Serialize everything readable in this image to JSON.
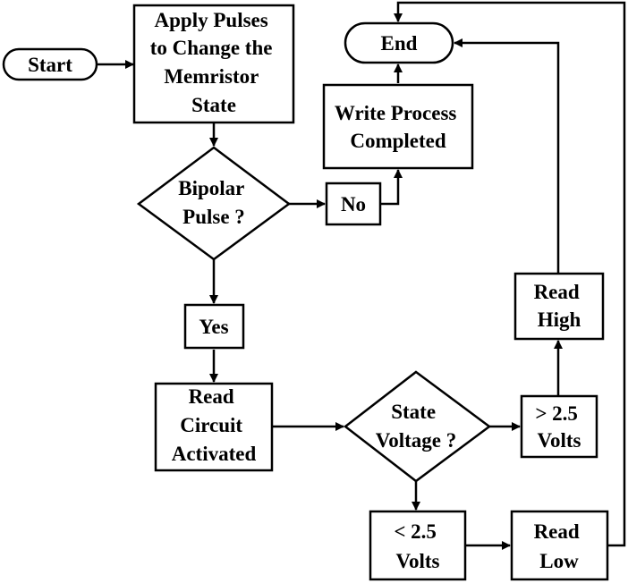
{
  "nodes": {
    "start": {
      "lines": [
        "Start"
      ]
    },
    "apply_pulses": {
      "lines": [
        "Apply Pulses",
        "to Change the",
        "Memristor",
        "State"
      ]
    },
    "bipolar": {
      "lines": [
        "Bipolar",
        "Pulse ?"
      ]
    },
    "no": {
      "lines": [
        "No"
      ]
    },
    "write_completed": {
      "lines": [
        "Write Process",
        "Completed"
      ]
    },
    "end": {
      "lines": [
        "End"
      ]
    },
    "yes": {
      "lines": [
        "Yes"
      ]
    },
    "read_circuit": {
      "lines": [
        "Read",
        "Circuit",
        "Activated"
      ]
    },
    "state_voltage": {
      "lines": [
        "State",
        "Voltage ?"
      ]
    },
    "gt": {
      "lines": [
        "> 2.5",
        "Volts"
      ]
    },
    "read_high": {
      "lines": [
        "Read",
        "High"
      ]
    },
    "lt": {
      "lines": [
        "< 2.5",
        "Volts"
      ]
    },
    "read_low": {
      "lines": [
        "Read",
        "Low"
      ]
    }
  }
}
